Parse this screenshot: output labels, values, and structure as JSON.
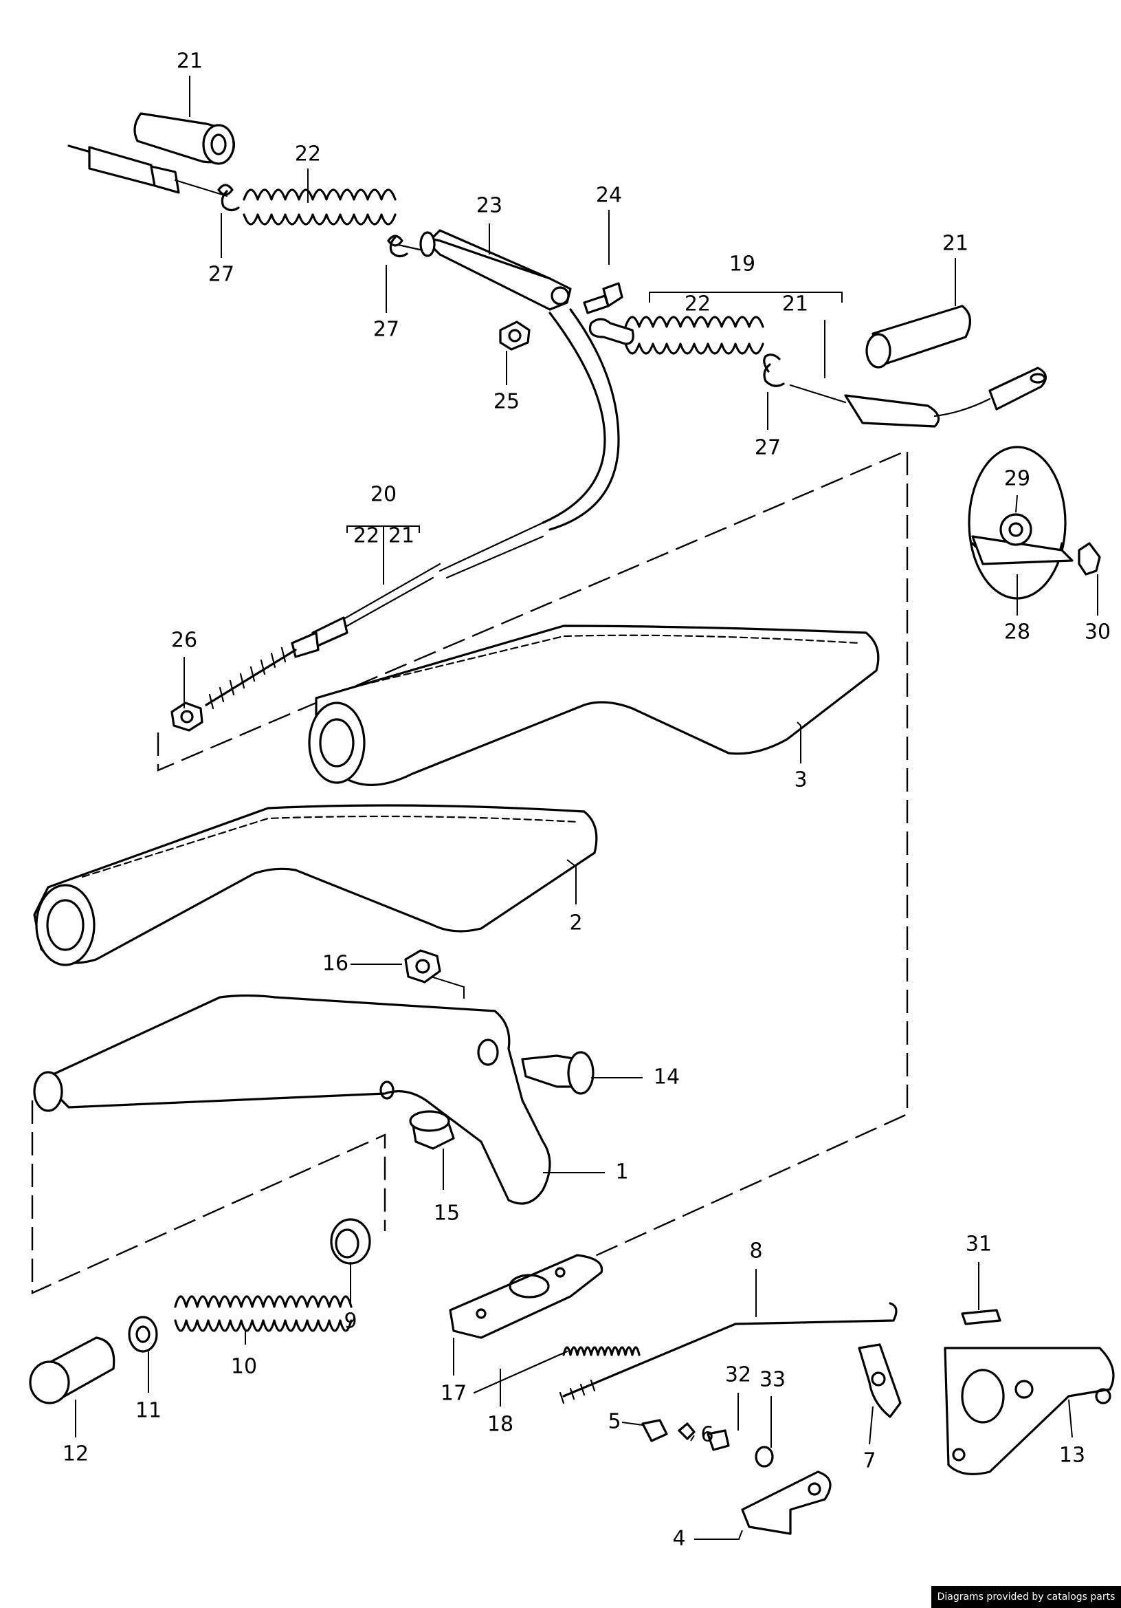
{
  "labels": [
    "21",
    "22",
    "23",
    "24",
    "19",
    "22",
    "21",
    "21",
    "27",
    "27",
    "25",
    "27",
    "29",
    "28",
    "30",
    "20",
    "22",
    "21",
    "26",
    "3",
    "2",
    "16",
    "14",
    "1",
    "15",
    "9",
    "10",
    "11",
    "12",
    "8",
    "31",
    "17",
    "18",
    "32",
    "33",
    "6",
    "5",
    "7",
    "13",
    "4"
  ],
  "credit": "Diagrams provided by catalogs parts"
}
